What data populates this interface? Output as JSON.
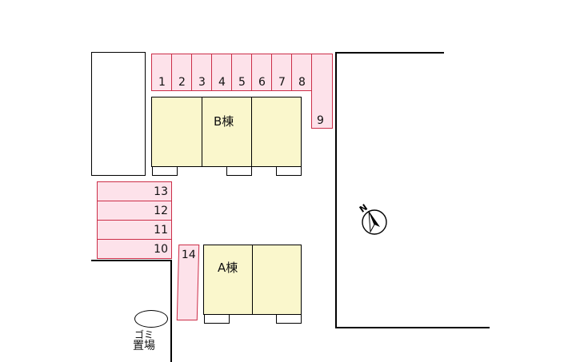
{
  "parking": {
    "top_row": [
      "1",
      "2",
      "3",
      "4",
      "5",
      "6",
      "7",
      "8"
    ],
    "slot_9": "9",
    "left_stack": [
      "13",
      "12",
      "11",
      "10"
    ],
    "slot_14": "14"
  },
  "buildings": {
    "b": "B棟",
    "a": "A棟"
  },
  "labels": {
    "trash_line1": "ゴミ",
    "trash_line2": "置場",
    "north": "N"
  },
  "colors": {
    "parking_fill": "#fde2ea",
    "parking_border": "#cc2e48",
    "building_fill": "#faf7cc"
  }
}
